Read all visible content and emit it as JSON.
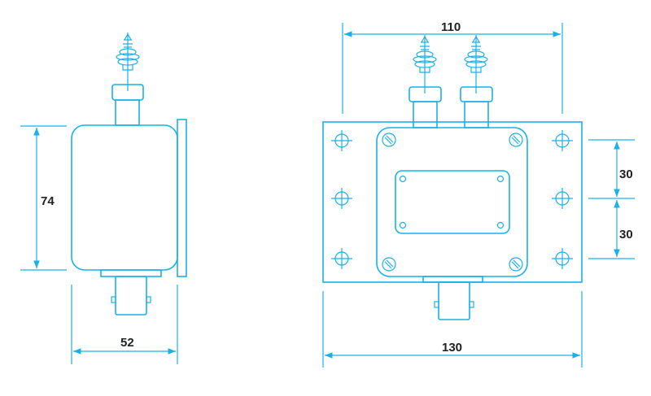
{
  "drawing": {
    "stroke_color": "#1ab0e8",
    "side_view": {
      "height_label": "74",
      "width_label": "52"
    },
    "front_view": {
      "terminal_spacing_label": "110",
      "width_label": "130",
      "hole_pitch_upper_label": "30",
      "hole_pitch_lower_label": "30"
    }
  }
}
